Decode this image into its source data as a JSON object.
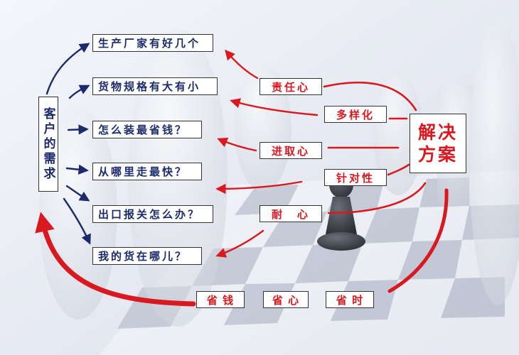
{
  "diagram": {
    "customer_label": "客户的需求",
    "needs": [
      "生产厂家有好几个",
      "货物规格有大有小",
      "怎么装最省钱？",
      "从哪里走最快？",
      "出口报关怎么办？",
      "我的货在哪儿？"
    ],
    "qualities": [
      "责任心",
      "多样化",
      "进取心",
      "针对性",
      "耐　心"
    ],
    "solution": [
      "解决",
      "方案"
    ],
    "benefits": [
      "省 钱",
      "省 心",
      "省 时"
    ],
    "colors": {
      "navy": "#1b2a6b",
      "red": "#d9191f"
    }
  }
}
